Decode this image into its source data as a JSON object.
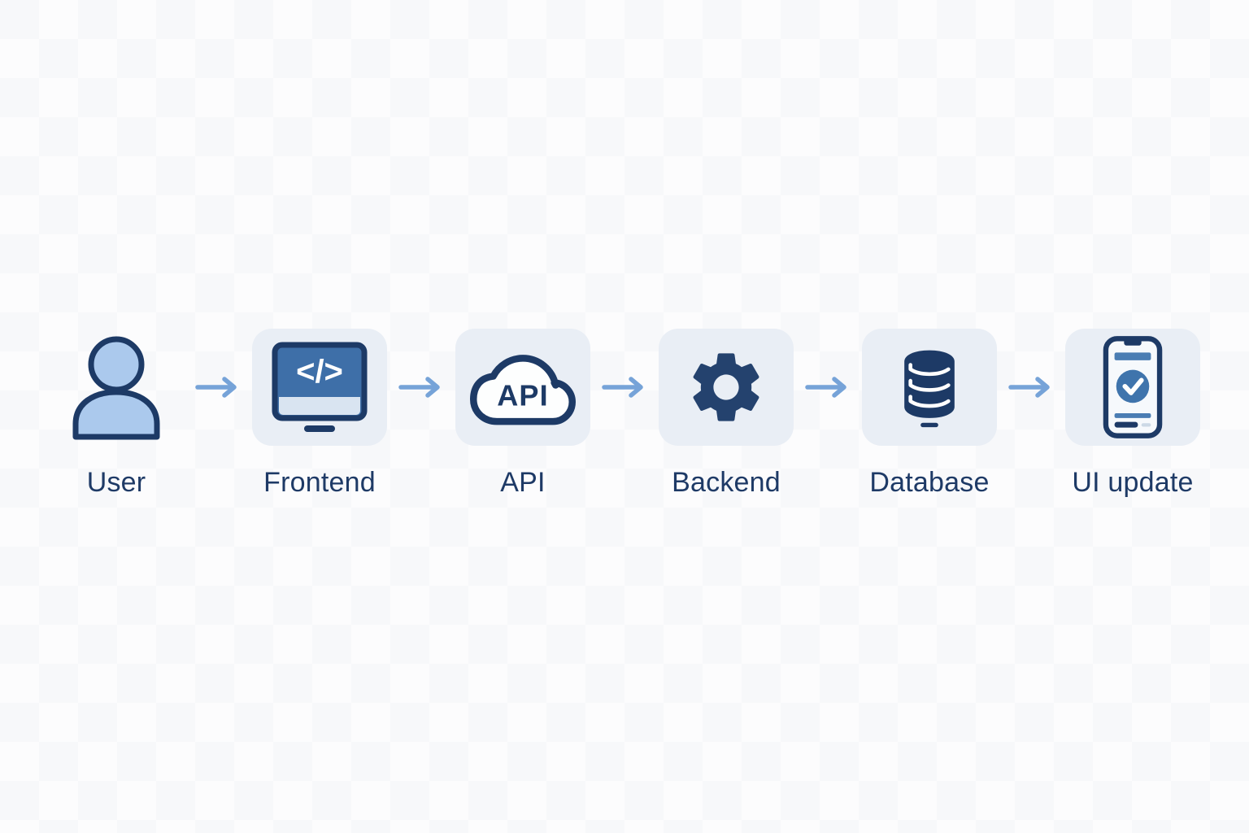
{
  "diagram": {
    "type": "horizontal-flow",
    "description": "Request lifecycle flow from user action to UI update"
  },
  "flow": {
    "steps": [
      {
        "id": "user",
        "label": "User",
        "icon": "user-icon"
      },
      {
        "id": "frontend",
        "label": "Frontend",
        "icon": "code-monitor-icon",
        "icon_text": "</>"
      },
      {
        "id": "api",
        "label": "API",
        "icon": "api-cloud-icon",
        "icon_text": "API"
      },
      {
        "id": "backend",
        "label": "Backend",
        "icon": "gear-icon"
      },
      {
        "id": "database",
        "label": "Database",
        "icon": "database-icon"
      },
      {
        "id": "ui-update",
        "label": "UI update",
        "icon": "phone-check-icon"
      }
    ],
    "arrow": {
      "glyph": "→",
      "direction": "right",
      "count": 5
    }
  },
  "colors": {
    "navy": "#1d3a66",
    "mid_blue": "#3e6fa8",
    "light_blue_fill": "#abc9ed",
    "screen_strip": "#d9e4f1",
    "card_bg": "#e9eef5",
    "arrow_blue": "#76a3d8",
    "label_text": "#1e3a66",
    "background": "#fafbfc"
  }
}
